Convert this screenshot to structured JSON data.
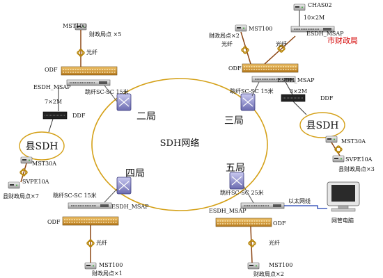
{
  "ring": {
    "center_label": "SDH网络",
    "stations": {
      "s2": "二局",
      "s3": "三局",
      "s4": "四局",
      "s5": "五局"
    }
  },
  "labels": {
    "mst100": "MST100",
    "mst30a": "MST30A",
    "svpe10a": "SVPE10A",
    "chas02": "CHAS02",
    "odf": "ODF",
    "ddf": "DDF",
    "esdh_msap": "ESDH_MSAP",
    "fiber": "光纤",
    "county_sdh": "县SDH",
    "city_finance": "市财政局",
    "ethernet": "以太网线",
    "nms_pc": "网管电脑",
    "link_7x2m": "7×2M",
    "link_3x2m": "3×2M",
    "link_10x2m": "10×2M",
    "jump_15": "跳纤SC-SC 15米",
    "jump_25": "跳纤SC-SC 25米"
  },
  "finance_points": {
    "top_left": "财政局点 ×5",
    "top_mid": "财政局点×2",
    "bottom_left_county": "县财政局点×7",
    "right_county": "县财政局点×3",
    "bottom_mid": "财政局点×1",
    "bottom_right": "财政局点×2"
  },
  "colors": {
    "ring": "#d4a017",
    "fiber": "#8b4513",
    "ethernet": "#1e3fb0",
    "accent_red": "#d40000"
  }
}
